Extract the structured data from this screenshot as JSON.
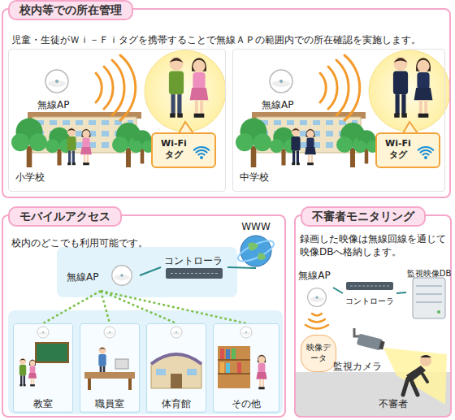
{
  "diagram": {
    "nodes": [
      {
        "text": [
          "校内等での所在管理",
          "児童・生徒がＷｉ－Ｆｉタグを携帯することで無線ＡＰの範囲内での所在確認を実施します。"
        ]
      },
      {
        "text": [
          "小学校"
        ],
        "in": 0
      },
      {
        "text": [
          "Wi-Fi タグ"
        ],
        "in": 1
      },
      {
        "text": [
          "中学校"
        ],
        "in": 0
      },
      {
        "text": [
          "Wi-Fi タグ"
        ],
        "in": 3
      },
      {
        "text": [
          "モバイルアクセス",
          "校内のどこでも利用可能です。"
        ]
      },
      {
        "text": [
          "無線AP"
        ],
        "in": 5
      },
      {
        "text": [
          "コントローラ"
        ],
        "in": 5
      },
      {
        "text": [
          "WWW"
        ],
        "in": 5
      },
      {
        "text": [
          "教室"
        ],
        "in": 5
      },
      {
        "text": [
          "職員室"
        ],
        "in": 5
      },
      {
        "text": [
          "体育館"
        ],
        "in": 5
      },
      {
        "text": [
          "その他"
        ],
        "in": 5
      },
      {
        "text": [
          "不審者モニタリング",
          "録画した映像は無線回線を通じて映像DBへ格納します。"
        ]
      },
      {
        "text": [
          "無線AP"
        ],
        "in": 13
      },
      {
        "text": [
          "コントローラ"
        ],
        "in": 13
      },
      {
        "text": [
          "監視映像DB"
        ],
        "in": 13
      },
      {
        "text": [
          "映像データ"
        ],
        "in": 13
      }
    ],
    "edges": [
      {
        "from": 6,
        "to": 7,
        "arrow": "none"
      },
      {
        "from": 7,
        "to": 8,
        "arrow": "none"
      },
      {
        "from": 6,
        "to": 9,
        "arrow": "none"
      },
      {
        "from": 6,
        "to": 10,
        "arrow": "none"
      },
      {
        "from": 6,
        "to": 11,
        "arrow": "none"
      },
      {
        "from": 6,
        "to": 12,
        "arrow": "none"
      },
      {
        "from": 14,
        "to": 15,
        "arrow": "none"
      },
      {
        "from": 15,
        "to": 16,
        "arrow": "none"
      }
    ],
    "labels": [
      "無線AP",
      "無線AP",
      "監視カメラ",
      "不審者"
    ]
  }
}
